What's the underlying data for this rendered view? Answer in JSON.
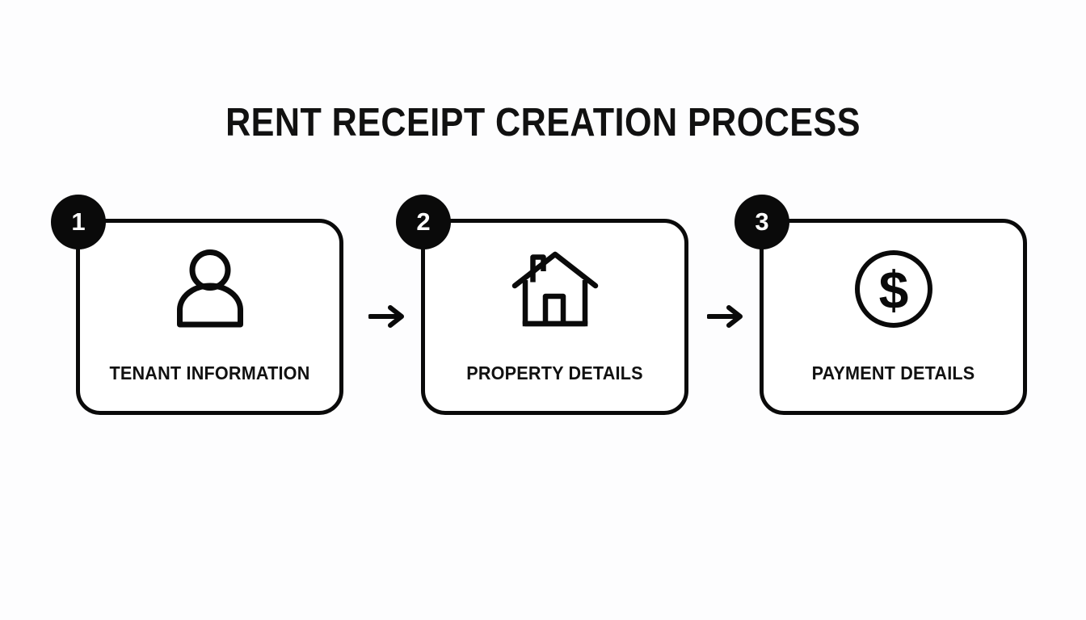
{
  "page": {
    "title": "RENT RECEIPT CREATION PROCESS",
    "background_color": "#fdfdfe",
    "ink_color": "#0a0a0a"
  },
  "process_flow": {
    "steps": [
      {
        "number": "1",
        "label": "TENANT INFORMATION",
        "icon": "person-icon"
      },
      {
        "number": "2",
        "label": "PROPERTY DETAILS",
        "icon": "house-icon"
      },
      {
        "number": "3",
        "label": "PAYMENT DETAILS",
        "icon": "dollar-circle-icon"
      }
    ],
    "connectors": [
      {
        "icon": "arrow-right-icon"
      },
      {
        "icon": "arrow-right-icon"
      }
    ]
  }
}
